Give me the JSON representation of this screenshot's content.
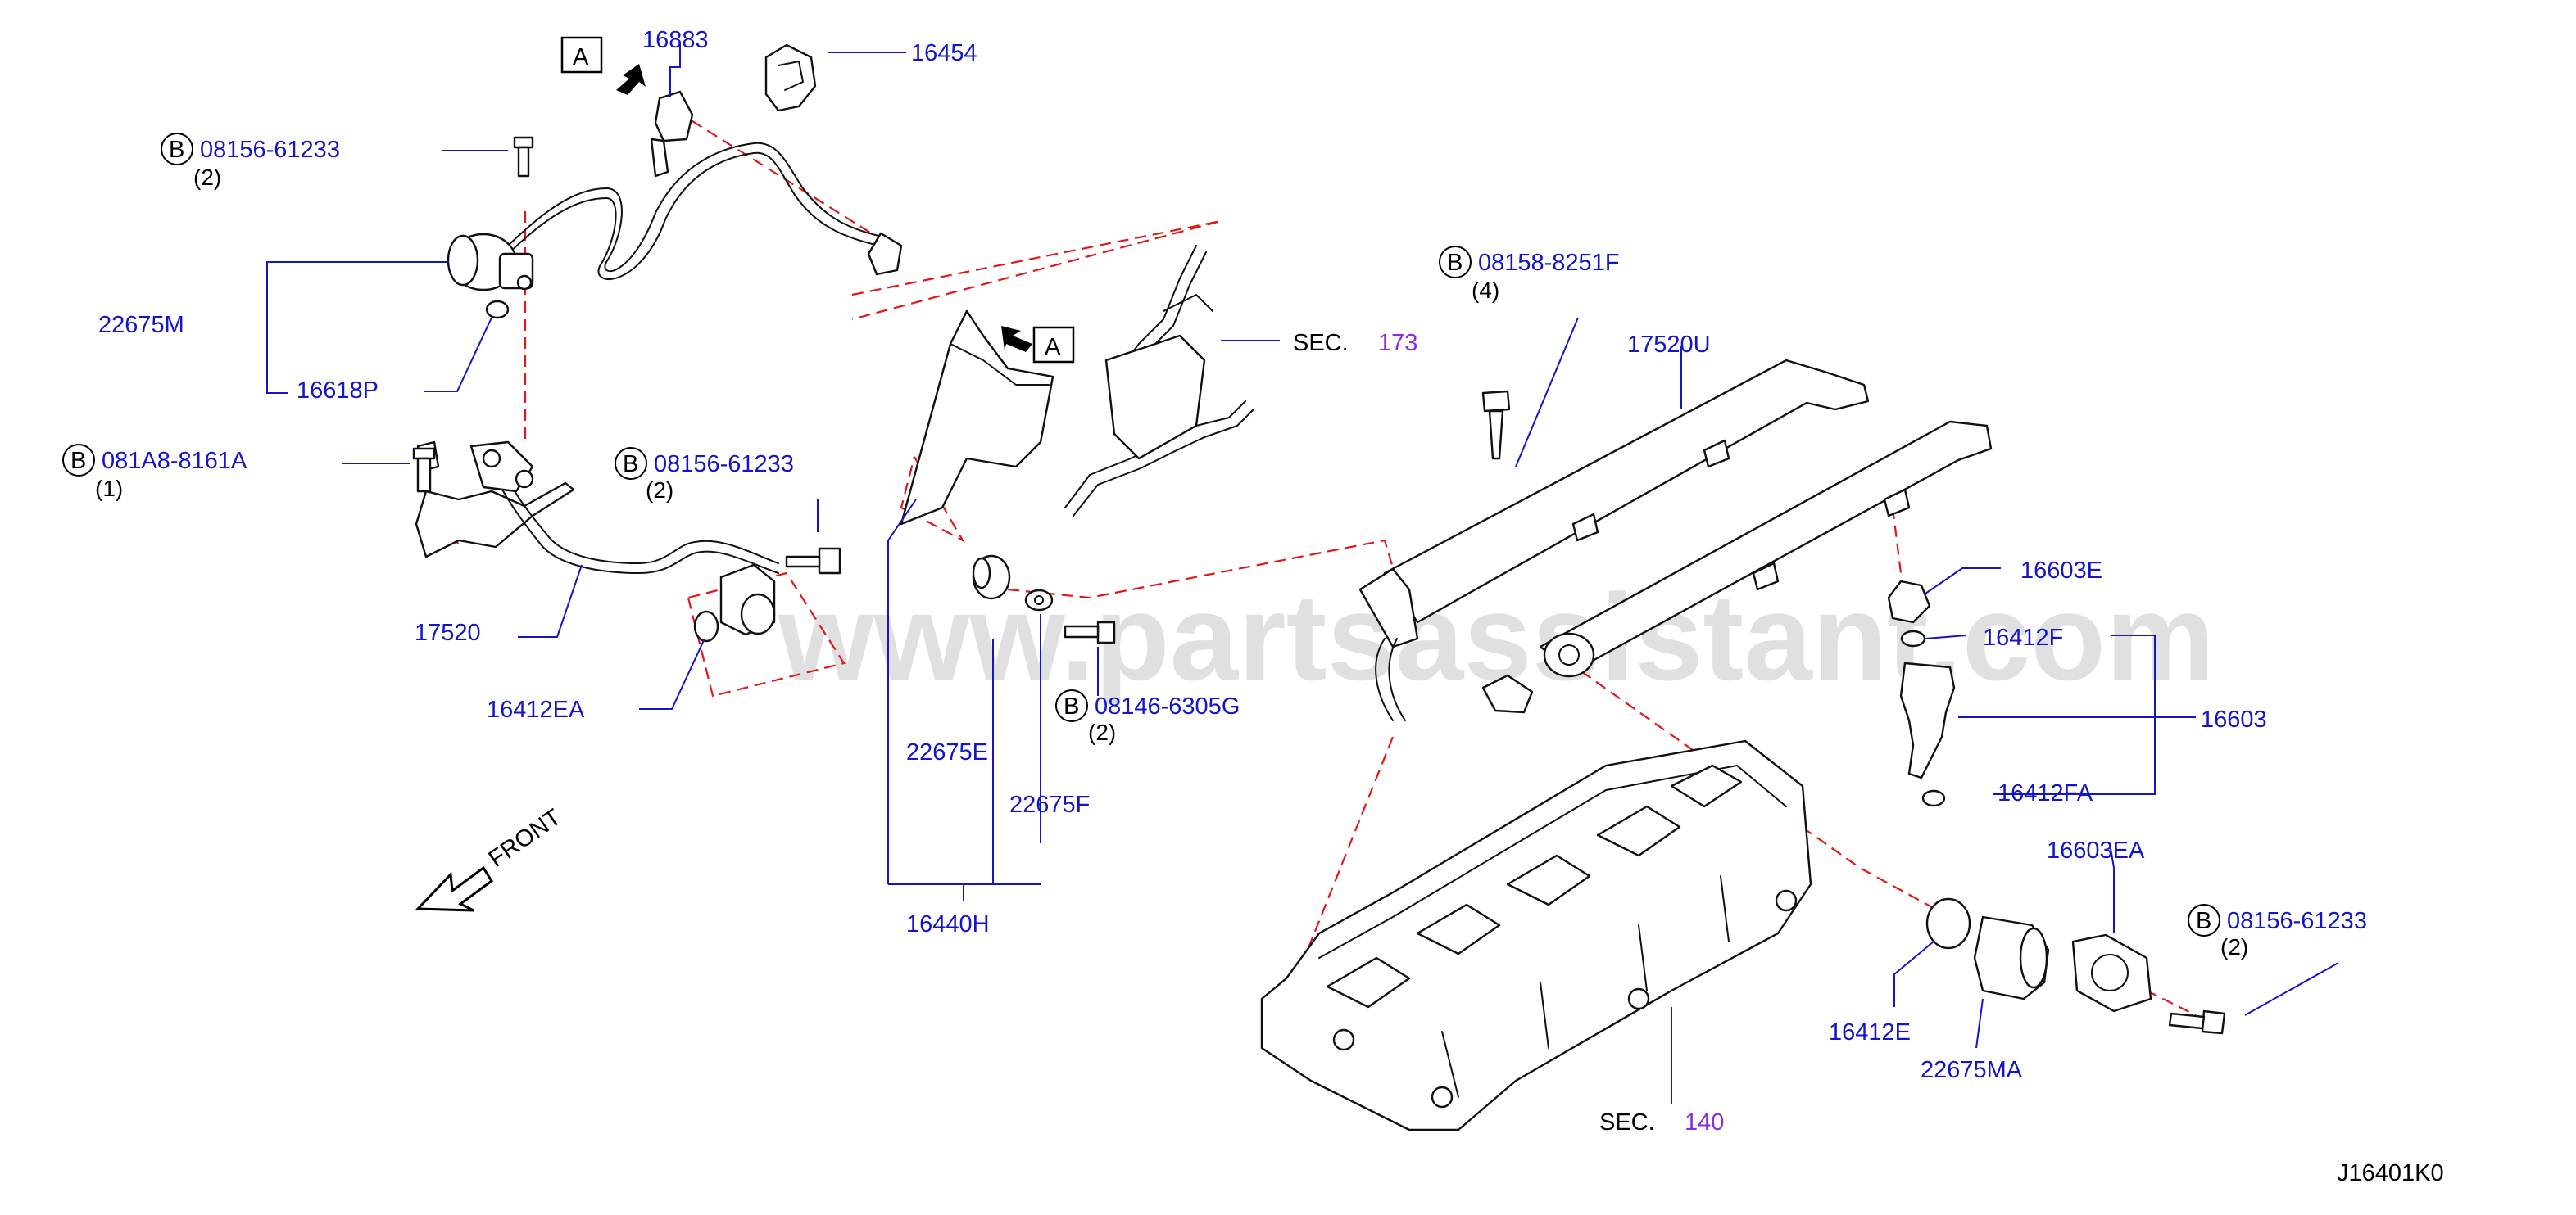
{
  "diagram_code": "J16401K0",
  "watermark": "www.partsassistant.com",
  "front_label": "FRONT",
  "view_label": "A",
  "bolt_symbol": "B",
  "sections": [
    {
      "prefix": "SEC.",
      "number": "173"
    },
    {
      "prefix": "SEC.",
      "number": "140"
    }
  ],
  "parts": {
    "p16883": "16883",
    "p16454": "16454",
    "p22675M": "22675M",
    "p16618P": "16618P",
    "p17520": "17520",
    "p16412EA": "16412EA",
    "p22675E": "22675E",
    "p22675F": "22675F",
    "p16440H": "16440H",
    "p17520U": "17520U",
    "p16603E": "16603E",
    "p16412F": "16412F",
    "p16603": "16603",
    "p16412FA": "16412FA",
    "p16603EA": "16603EA",
    "p16412E": "16412E",
    "p22675MA": "22675MA"
  },
  "bolts": [
    {
      "code": "08156-61233",
      "qty": "(2)"
    },
    {
      "code": "081A8-8161A",
      "qty": "(1)"
    },
    {
      "code": "08156-61233",
      "qty": "(2)"
    },
    {
      "code": "08146-6305G",
      "qty": "(2)"
    },
    {
      "code": "08158-8251F",
      "qty": "(4)"
    },
    {
      "code": "08156-61233",
      "qty": "(2)"
    }
  ],
  "colors": {
    "callout": "#1515c8",
    "section_number": "#8a2be2",
    "dashed_reference": "#e01818",
    "linework": "#111111"
  }
}
